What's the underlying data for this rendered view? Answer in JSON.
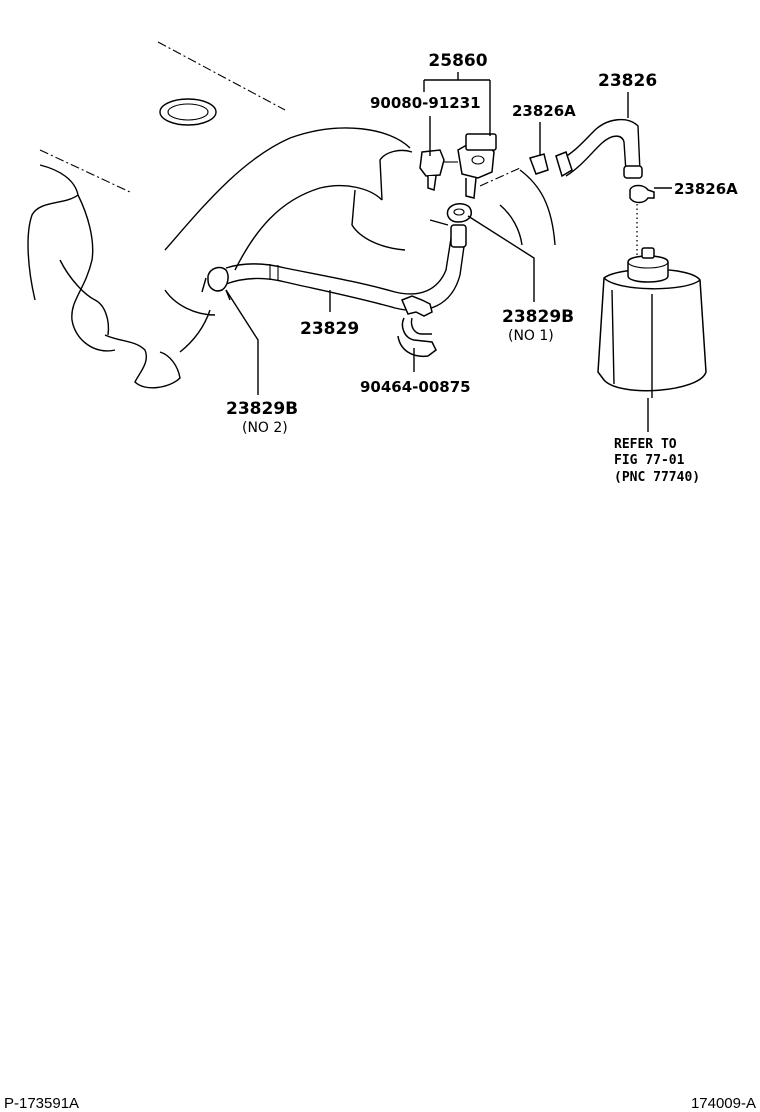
{
  "parts": {
    "vsv": "25860",
    "screw": "90080-91231",
    "hose_clip_upper": "23826A",
    "hose_upper": "23826",
    "hose_clip_canister": "23826A",
    "hose_main": "23829",
    "clip_no1": "23829B",
    "clip_no1_sub": "(NO 1)",
    "clip_no2": "23829B",
    "clip_no2_sub": "(NO 2)",
    "clamp": "90464-00875"
  },
  "refer": {
    "line1": "REFER TO",
    "line2": "FIG 77-01",
    "line3": "(PNC 77740)"
  },
  "footer": {
    "left": "P-173591A",
    "right": "174009-A"
  }
}
